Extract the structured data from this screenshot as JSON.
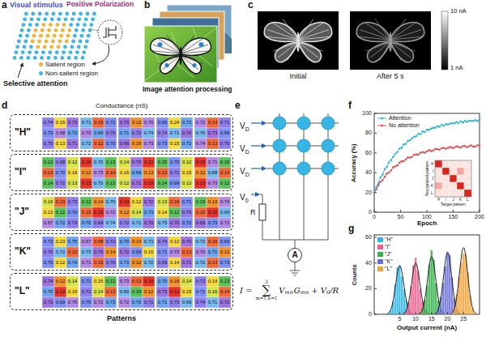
{
  "diagram": {
    "nodes": [
      {
        "text": [
          "\"H\""
        ]
      },
      {
        "text": [
          "\"I\""
        ]
      },
      {
        "text": [
          "\"J\""
        ]
      },
      {
        "text": [
          "\"K\""
        ]
      },
      {
        "text": [
          "\"L\""
        ]
      },
      {
        "text": [
          "A"
        ]
      }
    ],
    "labels": [
      "a",
      "b",
      "c",
      "d",
      "e",
      "f",
      "g",
      "Visual stimulus",
      "Positive Polarization",
      "Selective attention",
      "Image attention processing",
      "Initial",
      "After 5 s",
      "10 nA",
      "1 nA",
      "Conductance (nS)",
      "Patterns",
      "V",
      "D",
      "V",
      "D",
      "V",
      "D",
      "V",
      "0",
      "R",
      "I =",
      "3",
      "∑",
      "m=1,n=1",
      "V",
      "mn",
      "G",
      "mn",
      "+ V",
      "0",
      "/R",
      "0",
      "20",
      "40",
      "60",
      "80",
      "100",
      "0",
      "50",
      "100",
      "150",
      "200",
      "Accuracy (%)",
      "Epoch",
      "Recognized pattern",
      "Target pattern",
      "H",
      "I",
      "J",
      "K",
      "L",
      "H",
      "I",
      "J",
      "K",
      "L",
      "0",
      "20",
      "40",
      "60",
      "5",
      "10",
      "15",
      "20",
      "25",
      "Counts",
      "Output current (nA)",
      "0.74",
      "0.15",
      "0.73",
      "0.73",
      "0.68",
      "0.72",
      "0.70",
      "0.13",
      "0.71",
      "0.71",
      "0.16",
      "0.72",
      "0.70",
      "0.69",
      "0.75",
      "0.72",
      "0.12",
      "0.70",
      "0.73",
      "0.12",
      "0.70",
      "0.71",
      "0.72",
      "0.74",
      "0.69",
      "0.16",
      "0.73",
      "0.69",
      "0.24",
      "0.72",
      "0.74",
      "0.71",
      "0.70",
      "0.73",
      "0.15",
      "0.72",
      "0.72",
      "0.14",
      "0.71",
      "0.70",
      "0.73",
      "0.69",
      "0.74",
      "0.13",
      "0.70",
      "0.12",
      "0.68",
      "0.12",
      "0.13",
      "0.70",
      "0.16",
      "0.14",
      "0.72",
      "0.13",
      "0.16",
      "0.70",
      "0.13",
      "0.12",
      "0.73",
      "0.14",
      "0.15",
      "0.70",
      "0.12",
      "0.14",
      "0.73",
      "0.12",
      "0.16",
      "0.69",
      "0.13",
      "0.12",
      "0.71",
      "0.16",
      "0.25",
      "0.70",
      "0.12",
      "0.13",
      "0.72",
      "0.15",
      "0.14",
      "0.69",
      "0.12",
      "0.16",
      "0.71",
      "0.15",
      "0.12",
      "0.68",
      "0.14",
      "0.13",
      "0.73",
      "0.12",
      "0.16",
      "0.23",
      "0.73",
      "0.13",
      "0.12",
      "0.70",
      "0.67",
      "0.72",
      "0.73",
      "0.12",
      "0.14",
      "0.70",
      "0.15",
      "0.16",
      "0.72",
      "0.70",
      "0.69",
      "0.74",
      "0.14",
      "0.12",
      "0.72",
      "0.12",
      "0.14",
      "0.73",
      "0.72",
      "0.71",
      "0.70",
      "0.13",
      "0.16",
      "0.71",
      "0.14",
      "0.12",
      "0.70",
      "0.73",
      "0.70",
      "0.72",
      "0.15",
      "0.13",
      "0.74",
      "0.16",
      "0.15",
      "0.69",
      "0.69",
      "0.73",
      "0.71",
      "0.72",
      "0.23",
      "0.75",
      "0.70",
      "0.72",
      "0.12",
      "0.70",
      "0.12",
      "0.74",
      "0.67",
      "0.08",
      "0.72",
      "0.73",
      "0.70",
      "0.14",
      "0.71",
      "0.15",
      "0.70",
      "0.70",
      "0.14",
      "0.73",
      "0.72",
      "0.69",
      "0.16",
      "0.73",
      "0.12",
      "0.72",
      "0.74",
      "0.12",
      "0.70",
      "0.71",
      "0.73",
      "0.13",
      "0.69",
      "0.14",
      "0.71",
      "0.72",
      "0.16",
      "0.69",
      "0.70",
      "0.71",
      "0.12",
      "0.72",
      "0.13",
      "0.73",
      "0.74",
      "0.12",
      "0.14",
      "0.70",
      "0.12",
      "0.16",
      "0.73",
      "0.69",
      "0.75",
      "0.71",
      "0.15",
      "0.12",
      "0.72",
      "0.14",
      "0.13",
      "0.70",
      "0.72",
      "0.73",
      "0.73",
      "0.13",
      "0.16",
      "0.69",
      "0.15",
      "0.12",
      "0.72",
      "0.70",
      "0.71",
      "0.70",
      "0.16",
      "0.14",
      "0.73",
      "0.12",
      "0.15",
      "0.71",
      "0.73",
      "0.69",
      "0.72",
      "0.14",
      "0.13",
      "0.71",
      "0.16",
      "0.14",
      "0.74",
      "0.71",
      "0.72"
    ],
    "legend": [
      {
        "text": "Salient region",
        "color": "#f2b233"
      },
      {
        "text": "Non-salient region",
        "color": "#3fb4e6"
      },
      {
        "text": "Attention"
      },
      {
        "text": "No attention"
      },
      {
        "text": "\"H\"",
        "color": "#2fb6e6"
      },
      {
        "text": "\"I\"",
        "color": "#ef5f8d"
      },
      {
        "text": "\"J\"",
        "color": "#35b24a"
      },
      {
        "text": "\"K\"",
        "color": "#6b6fd6"
      },
      {
        "text": "\"L\"",
        "color": "#f4a23a"
      }
    ]
  }
}
